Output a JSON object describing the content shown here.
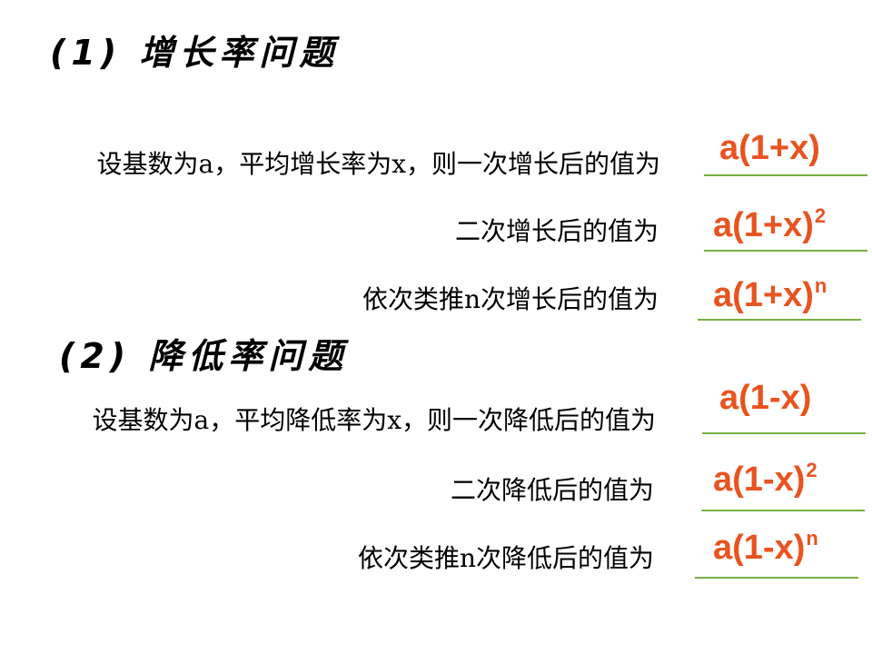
{
  "section1": {
    "title": "(1) 增长率问题",
    "rows": [
      {
        "label": "设基数为a，平均增长率为x，则一次增长后的值为",
        "answer": "a(1+x)",
        "sup": ""
      },
      {
        "label": "二次增长后的值为",
        "answer": "a(1+x)",
        "sup": "2"
      },
      {
        "label": "依次类推n次增长后的值为",
        "answer": "a(1+x)",
        "sup": "n"
      }
    ]
  },
  "section2": {
    "title": "(2) 降低率问题",
    "rows": [
      {
        "label": "设基数为a，平均降低率为x，则一次降低后的值为",
        "answer": "a(1-x)",
        "sup": ""
      },
      {
        "label": "二次降低后的值为",
        "answer": "a(1-x)",
        "sup": "2"
      },
      {
        "label": "依次类推n次降低后的值为",
        "answer": "a(1-x)",
        "sup": "n"
      }
    ]
  },
  "colors": {
    "text": "#000000",
    "answer": "#e9531f",
    "underline": "#77b043",
    "background": "#ffffff"
  }
}
